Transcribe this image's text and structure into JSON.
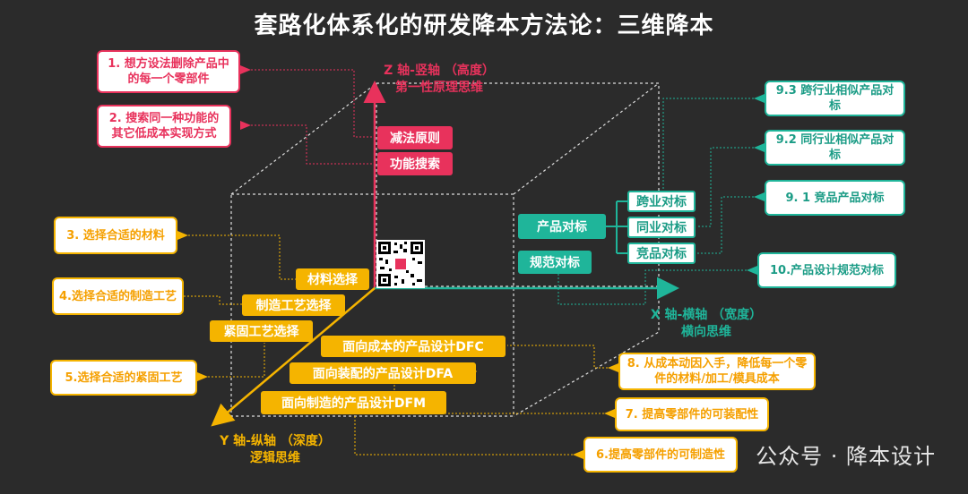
{
  "title": "套路化体系化的研发降本方法论：三维降本",
  "z_axis": {
    "line1": "Z 轴-竖轴 （高度）",
    "line2": "第一性原理思维"
  },
  "x_axis": {
    "line1": "X 轴-横轴 （宽度）",
    "line2": "横向思维"
  },
  "y_axis": {
    "line1": "Y 轴-纵轴 （深度）",
    "line2": "逻辑思维"
  },
  "z_tags": {
    "subtract": "减法原则",
    "func_search": "功能搜索"
  },
  "x_tags": {
    "product_bench": "产品对标",
    "spec_bench": "规范对标",
    "cross": "跨业对标",
    "same": "同业对标",
    "comp": "竞品对标"
  },
  "y_tags": {
    "material": "材料选择",
    "process": "制造工艺选择",
    "fastening": "紧固工艺选择",
    "dfc": "面向成本的产品设计DFC",
    "dfa": "面向装配的产品设计DFA",
    "dfm": "面向制造的产品设计DFM"
  },
  "notes": {
    "n1": "1. 想方设法删除产品中的每一个零部件",
    "n2": "2. 搜索同一种功能的其它低成本实现方式",
    "n3": "3. 选择合适的材料",
    "n4": "4.选择合适的制造工艺",
    "n5": "5.选择合适的紧固工艺",
    "n6": "6.提高零部件的可制造性",
    "n7": "7. 提高零部件的可装配性",
    "n8": "8. 从成本动因入手，降低每一个零件的材料/加工/模具成本",
    "n91": "9. 1 竞品产品对标",
    "n92": "9.2 同行业相似产品对标",
    "n93": "9.3 跨行业相似产品对标",
    "n10": "10.产品设计规范对标"
  },
  "watermark": "公众号 · 降本设计",
  "colors": {
    "red": "#e8325c",
    "yellow": "#f5b400",
    "green": "#1fb59a",
    "background": "#2b2b2b"
  }
}
